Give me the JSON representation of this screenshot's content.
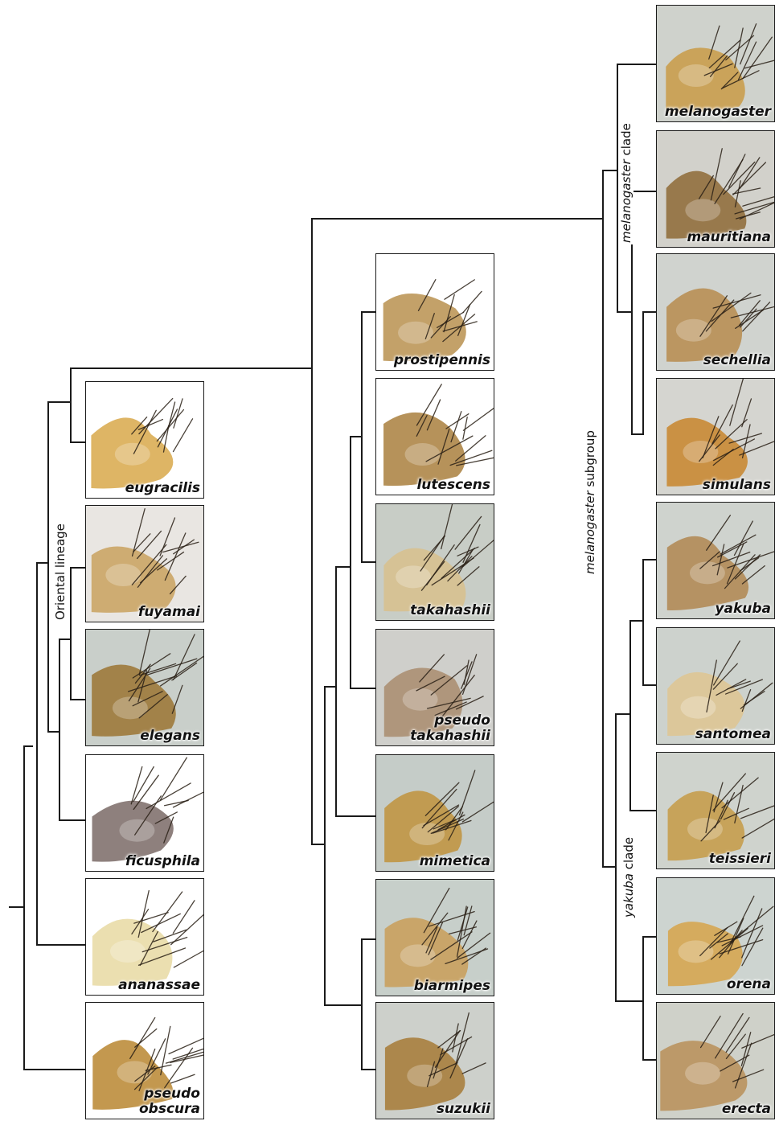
{
  "species": [
    {
      "id": "eugracilis",
      "label": "eugracilis",
      "bg": "#ffffff",
      "tint": "#d8a84a"
    },
    {
      "id": "fuyamai",
      "label": "fuyamai",
      "bg": "#e9e6e2",
      "tint": "#c9a15e"
    },
    {
      "id": "elegans",
      "label": "elegans",
      "bg": "#c9cfca",
      "tint": "#9b7433"
    },
    {
      "id": "ficusphila",
      "label": "ficusphila",
      "bg": "#ffffff",
      "tint": "#7a6a66"
    },
    {
      "id": "ananassae",
      "label": "ananassae",
      "bg": "#ffffff",
      "tint": "#e8d9a2"
    },
    {
      "id": "pseudoobscura",
      "label": "pseudo\nobscura",
      "bg": "#ffffff",
      "tint": "#b98630"
    },
    {
      "id": "prostipennis",
      "label": "prostipennis",
      "bg": "#ffffff",
      "tint": "#b8914f"
    },
    {
      "id": "lutescens",
      "label": "lutescens",
      "bg": "#ffffff",
      "tint": "#a97f3d"
    },
    {
      "id": "takahashii",
      "label": "takahashii",
      "bg": "#c8cdc6",
      "tint": "#d8c08c"
    },
    {
      "id": "pseudotakahashii",
      "label": "pseudo\ntakahashii",
      "bg": "#cfcfcb",
      "tint": "#a98c6e"
    },
    {
      "id": "mimetica",
      "label": "mimetica",
      "bg": "#c5ccc8",
      "tint": "#c0923c"
    },
    {
      "id": "biarmipes",
      "label": "biarmipes",
      "bg": "#c7cfca",
      "tint": "#c99e58"
    },
    {
      "id": "suzukii",
      "label": "suzukii",
      "bg": "#cdd0cb",
      "tint": "#a67a36"
    },
    {
      "id": "melanogaster",
      "label": "melanogaster",
      "bg": "#cfd2cc",
      "tint": "#c99b45"
    },
    {
      "id": "mauritiana",
      "label": "mauritiana",
      "bg": "#d2d1cb",
      "tint": "#8e6a36"
    },
    {
      "id": "sechellia",
      "label": "sechellia",
      "bg": "#d0d3cf",
      "tint": "#b78b4e"
    },
    {
      "id": "simulans",
      "label": "simulans",
      "bg": "#d5d5d0",
      "tint": "#c8852c"
    },
    {
      "id": "yakuba",
      "label": "yakuba",
      "bg": "#cfd3ce",
      "tint": "#b08650"
    },
    {
      "id": "santomea",
      "label": "santomea",
      "bg": "#cdd2cd",
      "tint": "#dec690"
    },
    {
      "id": "teissieri",
      "label": "teissieri",
      "bg": "#cfd3cd",
      "tint": "#c59a45"
    },
    {
      "id": "orena",
      "label": "orena",
      "bg": "#cdd4d0",
      "tint": "#d6a34a"
    },
    {
      "id": "erecta",
      "label": "erecta",
      "bg": "#cfd1c9",
      "tint": "#b98f58"
    }
  ],
  "clade_labels": {
    "oriental": "Oriental lineage",
    "mel_clade_italic": "melanogaster",
    "mel_clade_rest": " clade",
    "mel_subgroup_italic": "melanogaster",
    "mel_subgroup_rest": "  subgroup",
    "yakuba_clade_italic": "yakuba",
    "yakuba_clade_rest": " clade"
  },
  "colors": {
    "line": "#1a1a1a",
    "setae": "#2a2016"
  }
}
